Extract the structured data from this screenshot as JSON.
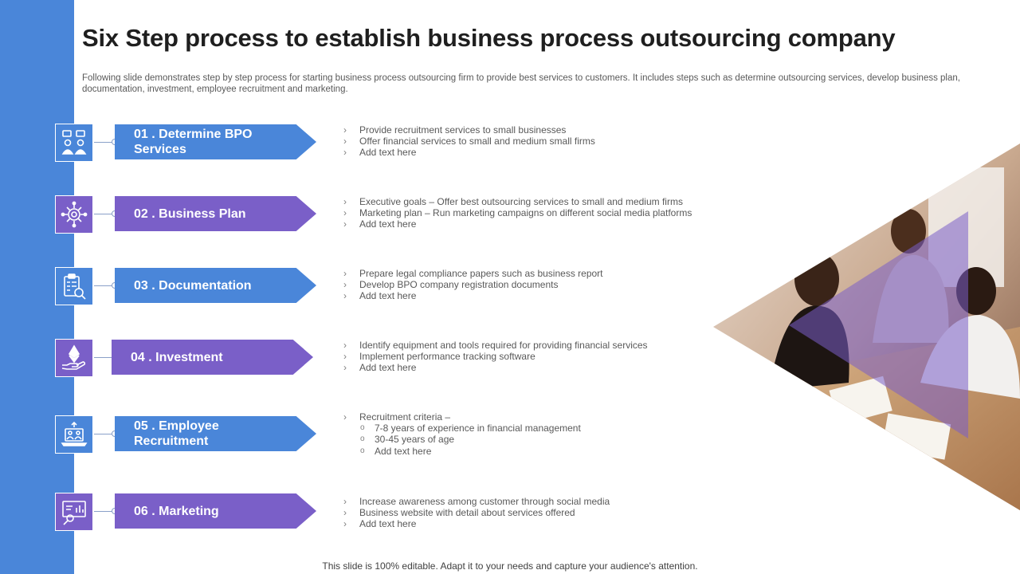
{
  "title": "Six Step process to establish business process outsourcing company",
  "subtitle": "Following slide demonstrates step by step process for starting business process outsourcing firm to provide best services to customers. It includes steps such as determine outsourcing services, develop business plan, documentation, investment, employee recruitment and marketing.",
  "colors": {
    "blue": "#4a86d9",
    "purple": "#7a5fc8"
  },
  "steps": [
    {
      "label": "01 . Determine BPO Services",
      "icon": "team-chat-icon",
      "color": "blue",
      "bullets": [
        "Provide recruitment services to small businesses",
        "Offer financial services to small and medium small firms",
        "Add text here"
      ]
    },
    {
      "label": "02 . Business  Plan",
      "icon": "gear-network-icon",
      "color": "purple",
      "bullets": [
        "Executive goals – Offer best outsourcing services to small and medium firms",
        "Marketing plan – Run marketing campaigns on different social media platforms",
        "Add text here"
      ]
    },
    {
      "label": "03 . Documentation",
      "icon": "clipboard-search-icon",
      "color": "blue",
      "bullets": [
        "Prepare legal compliance papers such as business report",
        "Develop BPO  company registration documents",
        "Add text here"
      ]
    },
    {
      "label": "04 . Investment",
      "icon": "hand-ethereum-icon",
      "color": "purple",
      "bullets": [
        "Identify equipment and tools required for providing financial services",
        "Implement performance tracking software",
        "Add text here"
      ]
    },
    {
      "label": "05 . Employee Recruitment",
      "icon": "laptop-people-icon",
      "color": "blue",
      "bullets": [
        "Recruitment criteria –"
      ],
      "sub_bullets": [
        "7-8 years of experience in financial management",
        "30-45 years of age",
        "Add text here"
      ]
    },
    {
      "label": "06 . Marketing",
      "icon": "analytics-board-icon",
      "color": "purple",
      "bullets": [
        "Increase awareness among customer through social media",
        "Business website with detail about services offered",
        "Add text here"
      ]
    }
  ],
  "footer": "This slide is 100% editable. Adapt it to your needs and capture your audience's attention."
}
